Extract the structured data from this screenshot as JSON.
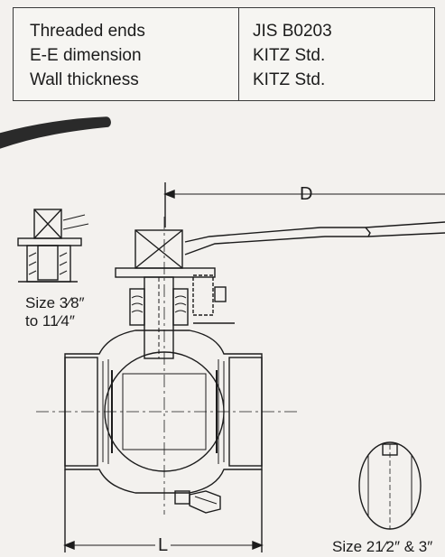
{
  "specs": {
    "rows": [
      {
        "label": "Threaded ends",
        "value": "JIS B0203"
      },
      {
        "label": "E-E dimension",
        "value": "KITZ Std."
      },
      {
        "label": "Wall thickness",
        "value": "KITZ Std."
      }
    ]
  },
  "drawing": {
    "dimension_d": "D",
    "dimension_l": "L",
    "inset_small_caption_line1": "Size 3⁄8″",
    "inset_small_caption_line2": "to 11⁄4″",
    "inset_large_caption": "Size 21⁄2″ & 3″"
  },
  "colors": {
    "ink": "#1c1c1c",
    "paper": "#f3f1ee",
    "handle": "#2a2a2a"
  }
}
